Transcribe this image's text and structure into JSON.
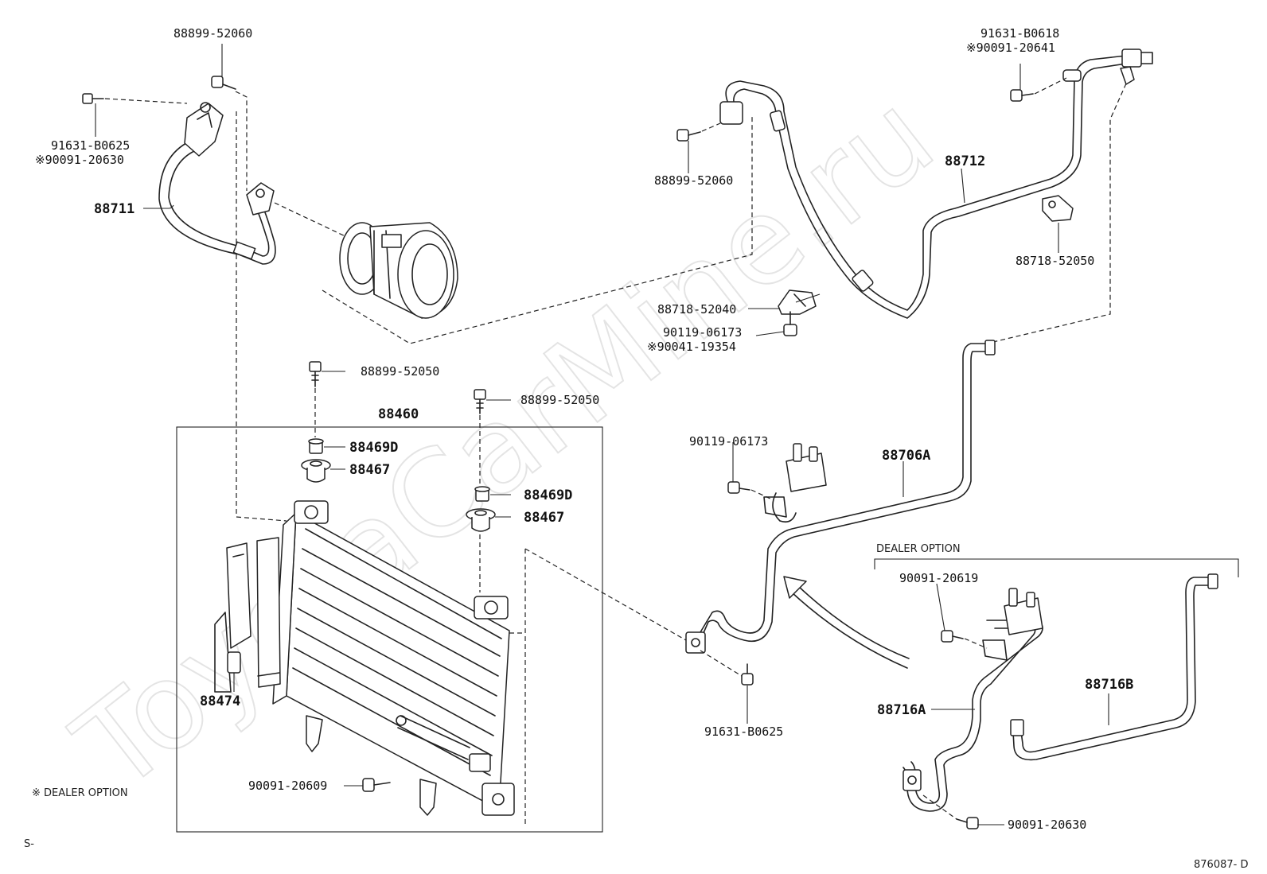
{
  "watermark": "ToyotaCarMine.ru",
  "footnote": "※ DEALER OPTION",
  "corner_left": "S-",
  "diagram_id": "876087- D",
  "dealer_option_box": "DEALER OPTION",
  "labels": {
    "p88899_52060_top": "88899-52060",
    "p91631_b0625_left": "91631-B0625",
    "p90091_20630_left": "※90091-20630",
    "p88711": "88711",
    "p88899_52060_mid": "88899-52060",
    "p91631_b0618": "91631-B0618",
    "p90091_20641": "※90091-20641",
    "p88712": "88712",
    "p88718_52050": "88718-52050",
    "p88718_52040": "88718-52040",
    "p90119_06173_top": "90119-06173",
    "p90041_19354": "※90041-19354",
    "p88899_52050_a": "88899-52050",
    "p88899_52050_b": "88899-52050",
    "p88460": "88460",
    "p88469d_a": "88469D",
    "p88467_a": "88467",
    "p88469d_b": "88469D",
    "p88467_b": "88467",
    "p90119_06173_mid": "90119-06173",
    "p88706a": "88706A",
    "p90091_20619": "90091-20619",
    "p88474": "88474",
    "p91631_b0625_bottom": "91631-B0625",
    "p88716a": "88716A",
    "p88716b": "88716B",
    "p90091_20609": "90091-20609",
    "p90091_20630_bottom": "90091-20630"
  }
}
